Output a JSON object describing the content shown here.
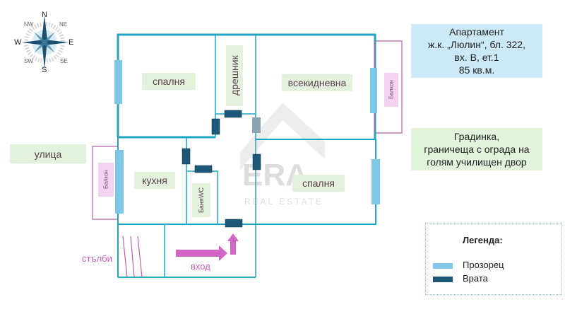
{
  "compass": {
    "n": "N",
    "s": "S",
    "e": "E",
    "w": "W",
    "ne": "NE",
    "nw": "NW",
    "se": "SE",
    "sw": "SW"
  },
  "rooms": {
    "bedroom1": "спалня",
    "closet": "дрешник",
    "living": "всекидневна",
    "kitchen": "кухня",
    "bath_line1": "Баня",
    "bath_line2": "WC",
    "bedroom2": "спалня"
  },
  "balcony_left": "Балкон",
  "balcony_right": "Балкон",
  "street": "улица",
  "stairs": "стълби",
  "entrance": "вход",
  "info": {
    "lines": [
      "Апартамент",
      "ж.к. „Люлин“, бл. 322,",
      "вх. В, ет.1",
      "85 кв.м."
    ]
  },
  "garden": {
    "lines": [
      "Градинка,",
      "граничеща с ограда на",
      "голям училищен двор"
    ]
  },
  "legend": {
    "title": "Легенда:",
    "window": "Прозорец",
    "door": "Врата"
  },
  "watermark": {
    "brand": "ERA",
    "sub": "REAL ESTATE"
  },
  "colors": {
    "wall": "#22a6c6",
    "window": "#7fc7e6",
    "door": "#1d5878",
    "label_bg": "#e2f2dc",
    "info_bg": "#cce9f7",
    "pink": "#c85fbc"
  }
}
